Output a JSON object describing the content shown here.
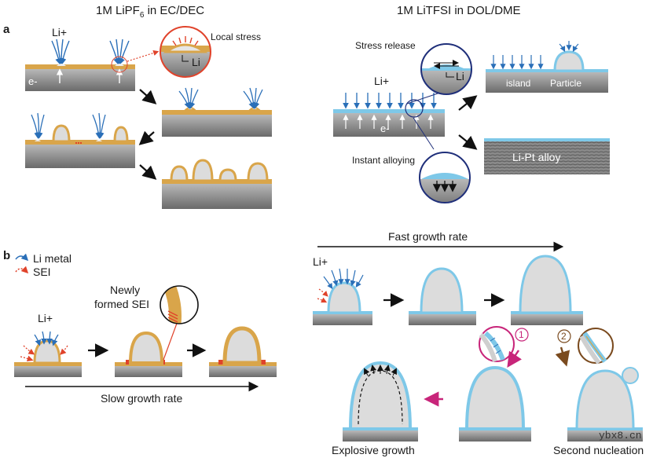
{
  "titles": {
    "left": "1M LiPF",
    "left_sub": "6",
    "left_tail": " in EC/DEC",
    "right": "1M LiTFSI in DOL/DME"
  },
  "panels": {
    "a": "a",
    "b": "b"
  },
  "panel_a_left": {
    "li_plus": "Li+",
    "e_minus": "e-",
    "local_stress": "Local stress",
    "li": "Li"
  },
  "panel_a_right": {
    "stress_release": "Stress release",
    "li": "Li",
    "li_plus": "Li+",
    "e_minus": "e-",
    "island": "island",
    "particle": "Particle",
    "instant_alloying": "Instant alloying",
    "alloy": "Li-Pt alloy"
  },
  "panel_b_left": {
    "legend_li_metal": "Li metal",
    "legend_sei": "SEI",
    "newly_formed_sei_1": "Newly",
    "newly_formed_sei_2": "formed SEI",
    "li_plus": "Li+",
    "slow_growth": "Slow growth rate"
  },
  "panel_b_right": {
    "fast_growth": "Fast growth rate",
    "li_plus": "Li+",
    "step_1": "1",
    "step_2": "2",
    "explosive_growth": "Explosive growth",
    "second_nucleation": "Second nucleation"
  },
  "watermark": "ybx8.cn",
  "colors": {
    "sei_orange": "#d9a54a",
    "li_blue": "#7ec8e8",
    "substrate_gray": "#8c8c8c",
    "dome_gray": "#d6d6d6",
    "arrow_blue": "#2a6fb8",
    "sei_red": "#e0432b",
    "magenta": "#c8257a",
    "brown": "#7a4a1e"
  }
}
